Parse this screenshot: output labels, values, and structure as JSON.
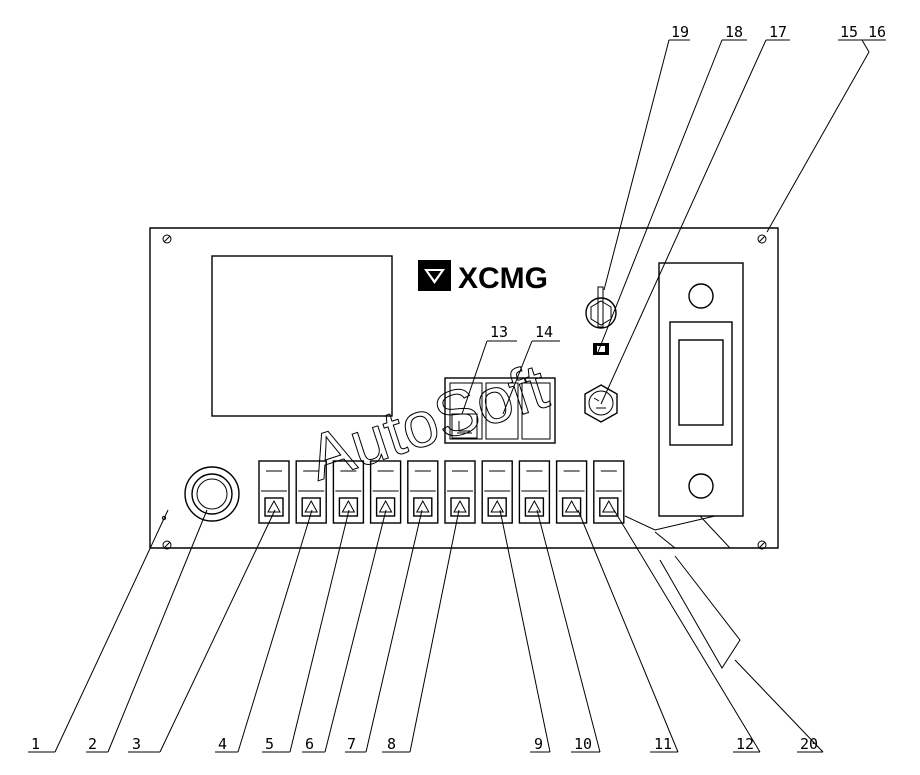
{
  "brand": "XCMG",
  "watermark": "AutoSoft",
  "callouts": {
    "c1": "1",
    "c2": "2",
    "c3": "3",
    "c4": "4",
    "c5": "5",
    "c6": "6",
    "c7": "7",
    "c8": "8",
    "c9": "9",
    "c10": "10",
    "c11": "11",
    "c12": "12",
    "c13": "13",
    "c14": "14",
    "c15": "15",
    "c16": "16",
    "c17": "17",
    "c18": "18",
    "c19": "19",
    "c20": "20"
  },
  "icons": {
    "logo": "xcmg-logo-icon",
    "rocker_switches": [
      "hazard-beacon-icon",
      "work-light-front-icon",
      "work-light-rear-icon",
      "work-light-side-left-icon",
      "work-light-side-right-icon",
      "wiper-icon",
      "cab-light-icon",
      "hazard-warning-icon",
      "heater-icon",
      "air-conditioner-icon"
    ],
    "window_switch": "window-lift-icon",
    "key_switch": "ignition-key-icon",
    "horn_button": "horn-button-icon",
    "round_button": "emergency-button-icon"
  }
}
